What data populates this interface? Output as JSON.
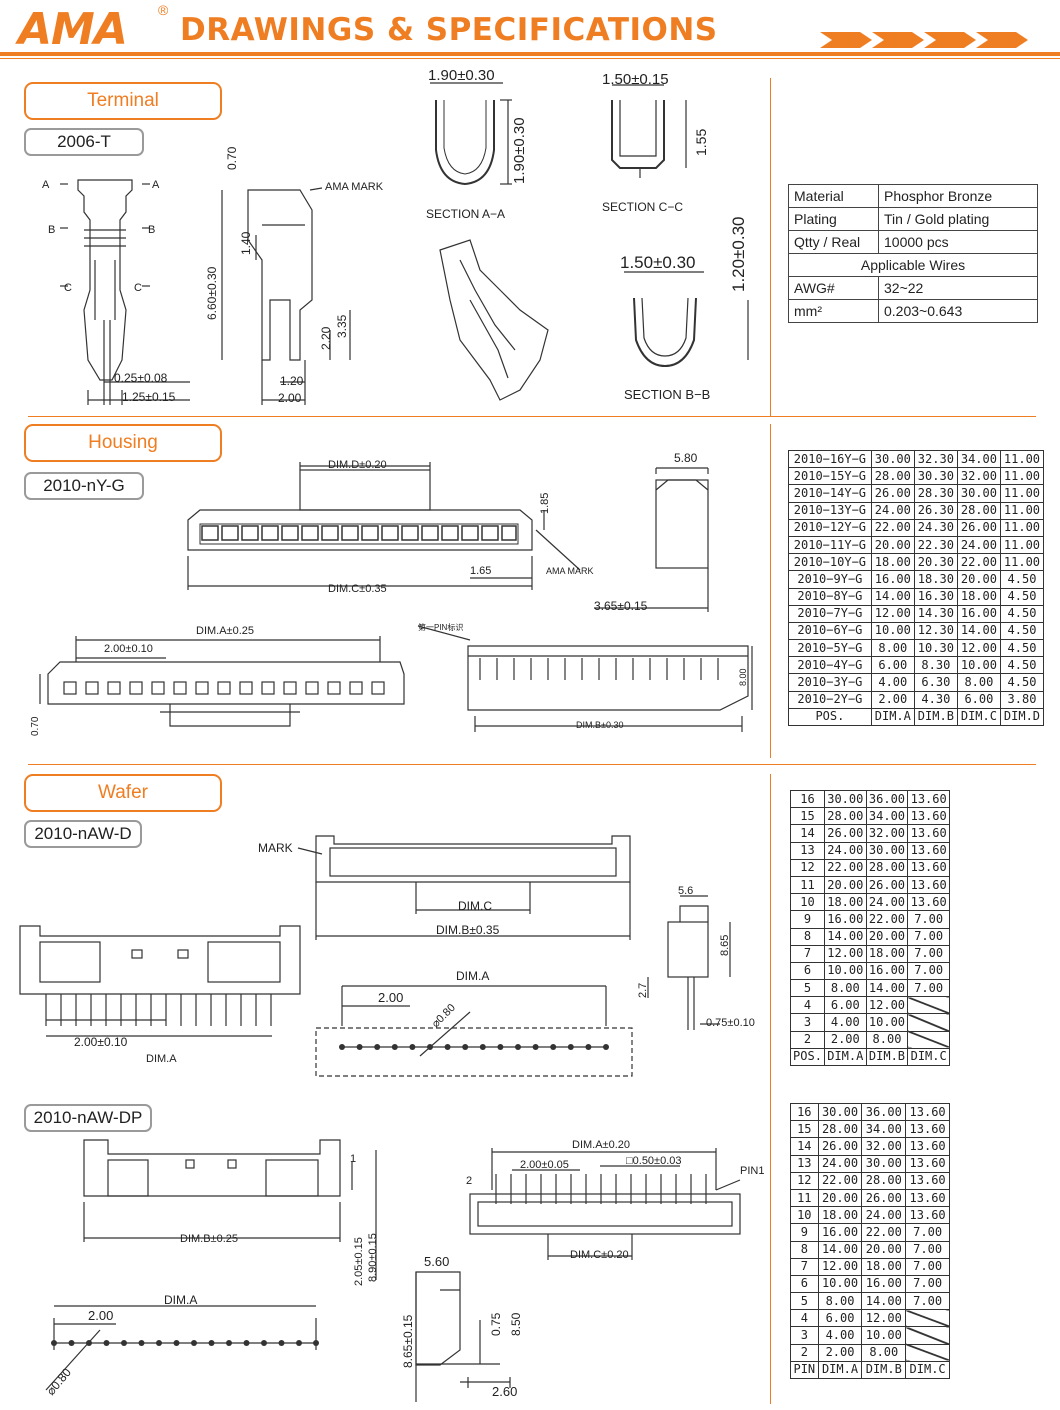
{
  "header": {
    "logo": "AMA",
    "reg_mark": "®",
    "title": "DRAWINGS & SPECIFICATIONS"
  },
  "colors": {
    "accent": "#ef7d22",
    "line": "#333333"
  },
  "terminal": {
    "section_label": "Terminal",
    "part_number": "2006-T",
    "dims": {
      "a_width": "1.90±0.30",
      "a_height": "1.90±0.30",
      "c_width": "1.50±0.15",
      "c_height": "1.55",
      "b_width": "1.50±0.30",
      "b_height": "1.20±0.30",
      "length": "6.60±0.30",
      "d070": "0.70",
      "d140": "1.40",
      "d220": "2.20",
      "d335": "3.35",
      "d120": "1.20",
      "d200": "2.00",
      "thick": "0.25±0.08",
      "width": "1.25±0.15"
    },
    "labels": {
      "ama_mark": "AMA MARK",
      "section_aa": "SECTION A−A",
      "section_cc": "SECTION C−C",
      "section_bb": "SECTION B−B",
      "a": "A",
      "b": "B",
      "c": "C"
    },
    "spec": {
      "rows": [
        {
          "label": "Material",
          "value": "Phosphor Bronze"
        },
        {
          "label": "Plating",
          "value": "Tin / Gold plating"
        },
        {
          "label": "Qtty / Real",
          "value": "10000 pcs"
        }
      ],
      "wires_header": "Applicable Wires",
      "wire_rows": [
        {
          "label": "AWG#",
          "value": "32~22"
        },
        {
          "label": "mm²",
          "value": "0.203~0.643"
        }
      ]
    }
  },
  "housing": {
    "section_label": "Housing",
    "part_number": "2010-nY-G",
    "dims": {
      "dim_d": "DIM.D±0.20",
      "d185": "1.85",
      "d165": "1.65",
      "dim_c": "DIM.C±0.35",
      "d580": "5.80",
      "d365": "3.65±0.15",
      "dim_a": "DIM.A±0.25",
      "pitch": "2.00±0.10",
      "d070": "0.70",
      "d800": "8.00",
      "dim_b": "DIM.B±0.30",
      "ama_mark": "AMA MARK",
      "pin1": "第一PIN标识"
    },
    "table": {
      "header": [
        "POS.",
        "DIM.A",
        "DIM.B",
        "DIM.C",
        "DIM.D"
      ],
      "rows": [
        [
          "2010−16Y−G",
          "30.00",
          "32.30",
          "34.00",
          "11.00"
        ],
        [
          "2010−15Y−G",
          "28.00",
          "30.30",
          "32.00",
          "11.00"
        ],
        [
          "2010−14Y−G",
          "26.00",
          "28.30",
          "30.00",
          "11.00"
        ],
        [
          "2010−13Y−G",
          "24.00",
          "26.30",
          "28.00",
          "11.00"
        ],
        [
          "2010−12Y−G",
          "22.00",
          "24.30",
          "26.00",
          "11.00"
        ],
        [
          "2010−11Y−G",
          "20.00",
          "22.30",
          "24.00",
          "11.00"
        ],
        [
          "2010−10Y−G",
          "18.00",
          "20.30",
          "22.00",
          "11.00"
        ],
        [
          "2010−9Y−G",
          "16.00",
          "18.30",
          "20.00",
          "4.50"
        ],
        [
          "2010−8Y−G",
          "14.00",
          "16.30",
          "18.00",
          "4.50"
        ],
        [
          "2010−7Y−G",
          "12.00",
          "14.30",
          "16.00",
          "4.50"
        ],
        [
          "2010−6Y−G",
          "10.00",
          "12.30",
          "14.00",
          "4.50"
        ],
        [
          "2010−5Y−G",
          "8.00",
          "10.30",
          "12.00",
          "4.50"
        ],
        [
          "2010−4Y−G",
          "6.00",
          "8.30",
          "10.00",
          "4.50"
        ],
        [
          "2010−3Y−G",
          "4.00",
          "6.30",
          "8.00",
          "4.50"
        ],
        [
          "2010−2Y−G",
          "2.00",
          "4.30",
          "6.00",
          "3.80"
        ]
      ]
    }
  },
  "wafer": {
    "section_label": "Wafer",
    "part_d": "2010-nAW-D",
    "part_dp": "2010-nAW-DP",
    "dims_d": {
      "mark": "MARK",
      "dim_c": "DIM.C",
      "dim_b": "DIM.B±0.35",
      "d56": "5.6",
      "d865": "8.65",
      "d27": "2.7",
      "d075": "0.75±0.10",
      "dim_a": "DIM.A",
      "d200": "2.00",
      "hole": "⌀0.80",
      "pitch": "2.00±0.10",
      "dim_a2": "DIM.A"
    },
    "dims_dp": {
      "d1": "1",
      "dim_b": "DIM.B±0.25",
      "d205": "2.05±0.15",
      "d890": "8.90±0.15",
      "dim_a": "DIM.A",
      "d200": "2.00",
      "hole": "⌀0.80",
      "d560": "5.60",
      "d865": "8.65±0.15",
      "d075": "0.75",
      "d850": "8.50",
      "d260": "2.60",
      "dim_a_top": "DIM.A±0.20",
      "pitch": "2.00±0.05",
      "square": "□0.50±0.03",
      "pin1": "PIN1",
      "d2": "2",
      "dim_c": "DIM.C±0.20"
    },
    "table_d": {
      "header": [
        "POS.",
        "DIM.A",
        "DIM.B",
        "DIM.C"
      ],
      "rows": [
        [
          "16",
          "30.00",
          "36.00",
          "13.60"
        ],
        [
          "15",
          "28.00",
          "34.00",
          "13.60"
        ],
        [
          "14",
          "26.00",
          "32.00",
          "13.60"
        ],
        [
          "13",
          "24.00",
          "30.00",
          "13.60"
        ],
        [
          "12",
          "22.00",
          "28.00",
          "13.60"
        ],
        [
          "11",
          "20.00",
          "26.00",
          "13.60"
        ],
        [
          "10",
          "18.00",
          "24.00",
          "13.60"
        ],
        [
          "9",
          "16.00",
          "22.00",
          "7.00"
        ],
        [
          "8",
          "14.00",
          "20.00",
          "7.00"
        ],
        [
          "7",
          "12.00",
          "18.00",
          "7.00"
        ],
        [
          "6",
          "10.00",
          "16.00",
          "7.00"
        ],
        [
          "5",
          "8.00",
          "14.00",
          "7.00"
        ],
        [
          "4",
          "6.00",
          "12.00",
          ""
        ],
        [
          "3",
          "4.00",
          "10.00",
          ""
        ],
        [
          "2",
          "2.00",
          "8.00",
          ""
        ]
      ]
    },
    "table_dp": {
      "header": [
        "PIN",
        "DIM.A",
        "DIM.B",
        "DIM.C"
      ],
      "rows": [
        [
          "16",
          "30.00",
          "36.00",
          "13.60"
        ],
        [
          "15",
          "28.00",
          "34.00",
          "13.60"
        ],
        [
          "14",
          "26.00",
          "32.00",
          "13.60"
        ],
        [
          "13",
          "24.00",
          "30.00",
          "13.60"
        ],
        [
          "12",
          "22.00",
          "28.00",
          "13.60"
        ],
        [
          "11",
          "20.00",
          "26.00",
          "13.60"
        ],
        [
          "10",
          "18.00",
          "24.00",
          "13.60"
        ],
        [
          "9",
          "16.00",
          "22.00",
          "7.00"
        ],
        [
          "8",
          "14.00",
          "20.00",
          "7.00"
        ],
        [
          "7",
          "12.00",
          "18.00",
          "7.00"
        ],
        [
          "6",
          "10.00",
          "16.00",
          "7.00"
        ],
        [
          "5",
          "8.00",
          "14.00",
          "7.00"
        ],
        [
          "4",
          "6.00",
          "12.00",
          ""
        ],
        [
          "3",
          "4.00",
          "10.00",
          ""
        ],
        [
          "2",
          "2.00",
          "8.00",
          ""
        ]
      ]
    }
  }
}
